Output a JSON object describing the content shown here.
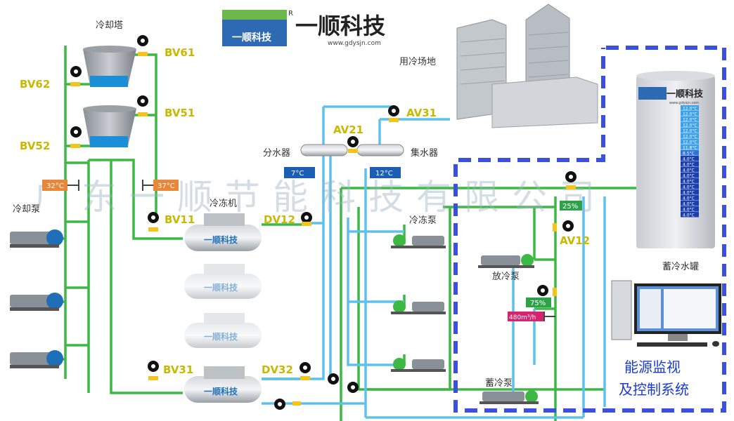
{
  "brand": {
    "name": "一顺科技",
    "url": "www.gdysjn.com",
    "mark": "R",
    "logo_text": "一顺科技"
  },
  "watermark": "广东一顺节能科技有限公司",
  "cooling_tower": {
    "label": "冷却塔"
  },
  "cooling_pump": {
    "label": "冷却泵"
  },
  "chiller": {
    "label": "冷冻机"
  },
  "chilled_pump": {
    "label": "冷冻泵"
  },
  "discharge_pump": {
    "label": "放冷泵"
  },
  "storage_pump": {
    "label": "蓄冷泵"
  },
  "storage_tank": {
    "label": "蓄冷水罐",
    "layers": [
      "12.0°C",
      "12.0°C",
      "12.0°C",
      "12.0°C",
      "12.0°C",
      "12.0°C",
      "12.0°C",
      "11.8°C",
      "8.5°C",
      "4.0°C",
      "4.0°C",
      "4.0°C",
      "4.0°C",
      "4.0°C",
      "4.0°C",
      "4.0°C",
      "4.0°C",
      "4.0°C",
      "4.0°C",
      "4.0°C"
    ]
  },
  "site": {
    "label": "用冷场地"
  },
  "distributor": {
    "label": "分水器"
  },
  "collector": {
    "label": "集水器"
  },
  "valves": {
    "bv61": "BV61",
    "bv62": "BV62",
    "bv51": "BV51",
    "bv52": "BV52",
    "bv11": "BV11",
    "dv12": "DV12",
    "bv31": "BV31",
    "dv32": "DV32",
    "av31": "AV31",
    "av21": "AV21",
    "av12": "AV12"
  },
  "readings": {
    "supply_temp": "7°C",
    "return_temp": "12°C",
    "cooling_temp_left": "32°C",
    "cooling_temp_right": "37°C",
    "valve_open_a": "25%",
    "valve_open_b": "75%",
    "flow": "480m³/h"
  },
  "monitor": {
    "line1": "能源监视",
    "line2": "及控制系统"
  },
  "colors": {
    "green_pipe": "#3cb844",
    "blue_pipe": "#5ec1ec",
    "dashed_border": "#3b50e0",
    "orange_tag": "#e8863a",
    "blue_tag": "#1a5fb4",
    "green_tag": "#2ea14b",
    "pink_tag": "#d6246e",
    "label_yellow": "#c9b800"
  }
}
